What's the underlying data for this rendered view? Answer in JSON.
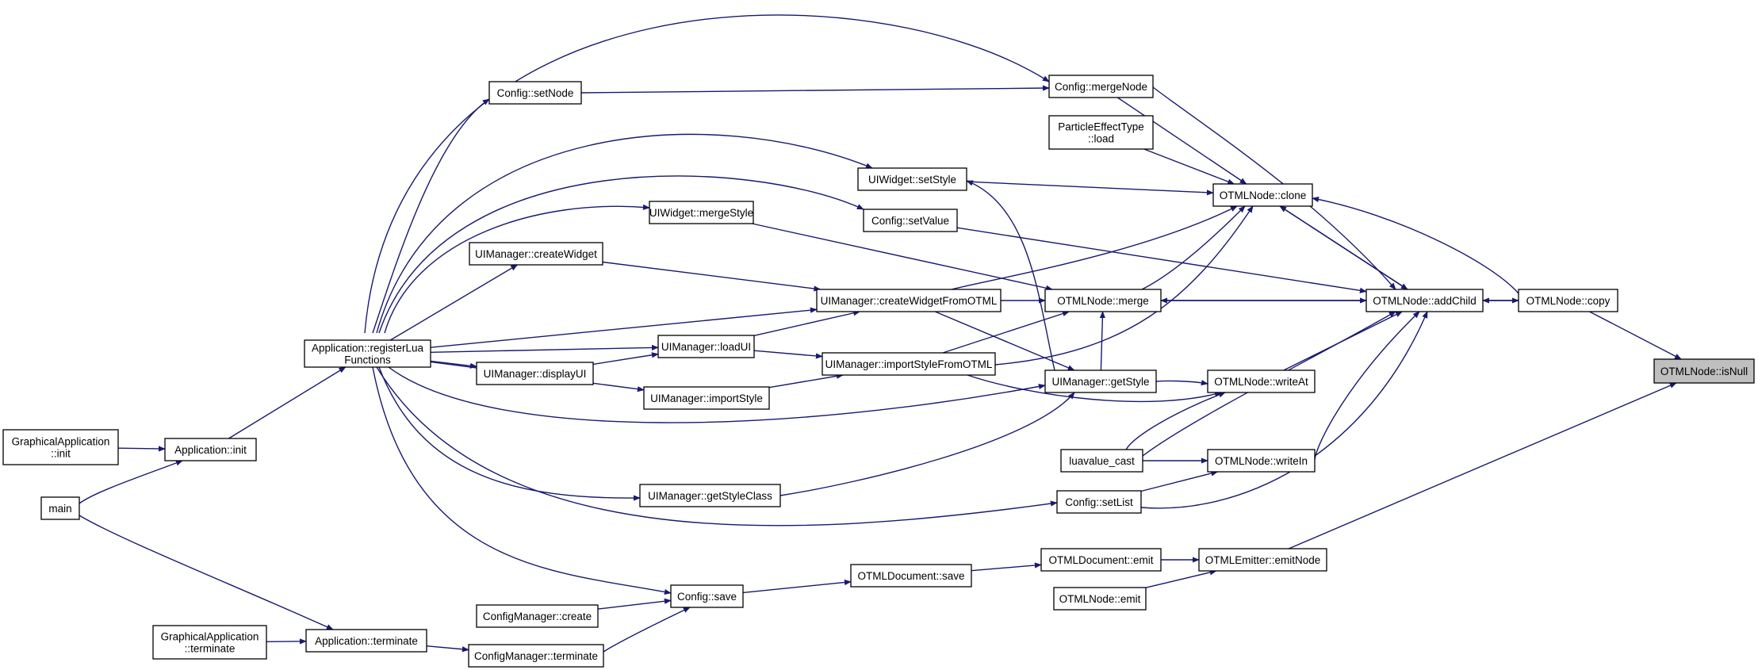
{
  "graph": {
    "nodes": [
      {
        "id": "isNull",
        "lines": [
          "OTMLNode::isNull"
        ],
        "highlight": true
      },
      {
        "id": "copy",
        "lines": [
          "OTMLNode::copy"
        ]
      },
      {
        "id": "addChild",
        "lines": [
          "OTMLNode::addChild"
        ]
      },
      {
        "id": "clone",
        "lines": [
          "OTMLNode::clone"
        ]
      },
      {
        "id": "merge",
        "lines": [
          "OTMLNode::merge"
        ]
      },
      {
        "id": "writeAt",
        "lines": [
          "OTMLNode::writeAt"
        ]
      },
      {
        "id": "writeIn",
        "lines": [
          "OTMLNode::writeIn"
        ]
      },
      {
        "id": "emitNode",
        "lines": [
          "OTMLEmitter::emitNode"
        ]
      },
      {
        "id": "omlemit",
        "lines": [
          "OTMLNode::emit"
        ]
      },
      {
        "id": "docemit",
        "lines": [
          "OTMLDocument::emit"
        ]
      },
      {
        "id": "docsave",
        "lines": [
          "OTMLDocument::save"
        ]
      },
      {
        "id": "mergeNode",
        "lines": [
          "Config::mergeNode"
        ]
      },
      {
        "id": "setNode",
        "lines": [
          "Config::setNode"
        ]
      },
      {
        "id": "pet",
        "lines": [
          "ParticleEffectType",
          "::load"
        ]
      },
      {
        "id": "setStyle",
        "lines": [
          "UIWidget::setStyle"
        ]
      },
      {
        "id": "setValue",
        "lines": [
          "Config::setValue"
        ]
      },
      {
        "id": "mergeStyle",
        "lines": [
          "UIWidget::mergeStyle"
        ]
      },
      {
        "id": "createWidget",
        "lines": [
          "UIManager::createWidget"
        ]
      },
      {
        "id": "cwfo",
        "lines": [
          "UIManager::createWidgetFromOTML"
        ]
      },
      {
        "id": "loadUI",
        "lines": [
          "UIManager::loadUI"
        ]
      },
      {
        "id": "displayUI",
        "lines": [
          "UIManager::displayUI"
        ]
      },
      {
        "id": "isfo",
        "lines": [
          "UIManager::importStyleFromOTML"
        ]
      },
      {
        "id": "importStyle",
        "lines": [
          "UIManager::importStyle"
        ]
      },
      {
        "id": "getStyle",
        "lines": [
          "UIManager::getStyle"
        ]
      },
      {
        "id": "luavalue",
        "lines": [
          "luavalue_cast"
        ]
      },
      {
        "id": "getStyleClass",
        "lines": [
          "UIManager::getStyleClass"
        ]
      },
      {
        "id": "setList",
        "lines": [
          "Config::setList"
        ]
      },
      {
        "id": "regLua",
        "lines": [
          "Application::registerLua",
          "Functions"
        ]
      },
      {
        "id": "gaInit",
        "lines": [
          "GraphicalApplication",
          "::init"
        ]
      },
      {
        "id": "appInit",
        "lines": [
          "Application::init"
        ]
      },
      {
        "id": "main",
        "lines": [
          "main"
        ]
      },
      {
        "id": "cfgSave",
        "lines": [
          "Config::save"
        ]
      },
      {
        "id": "cmCreate",
        "lines": [
          "ConfigManager::create"
        ]
      },
      {
        "id": "gaTerm",
        "lines": [
          "GraphicalApplication",
          "::terminate"
        ]
      },
      {
        "id": "appTerm",
        "lines": [
          "Application::terminate"
        ]
      },
      {
        "id": "cmTerm",
        "lines": [
          "ConfigManager::terminate"
        ]
      }
    ],
    "edges": [
      [
        "isNull",
        "copy"
      ],
      [
        "isNull",
        "emitNode"
      ],
      [
        "copy",
        "addChild"
      ],
      [
        "addChild",
        "copy"
      ],
      [
        "addChild",
        "clone"
      ],
      [
        "clone",
        "addChild"
      ],
      [
        "clone",
        "copy"
      ],
      [
        "addChild",
        "mergeNode"
      ],
      [
        "addChild",
        "setValue"
      ],
      [
        "addChild",
        "merge"
      ],
      [
        "merge",
        "addChild"
      ],
      [
        "addChild",
        "writeAt"
      ],
      [
        "addChild",
        "luavalue"
      ],
      [
        "addChild",
        "writeIn"
      ],
      [
        "addChild",
        "setList"
      ],
      [
        "clone",
        "pet"
      ],
      [
        "clone",
        "mergeNode"
      ],
      [
        "clone",
        "setStyle"
      ],
      [
        "clone",
        "merge"
      ],
      [
        "clone",
        "cwfo"
      ],
      [
        "clone",
        "isfo"
      ],
      [
        "merge",
        "mergeStyle"
      ],
      [
        "merge",
        "cwfo"
      ],
      [
        "merge",
        "getStyle"
      ],
      [
        "merge",
        "isfo"
      ],
      [
        "writeAt",
        "getStyle"
      ],
      [
        "writeAt",
        "luavalue"
      ],
      [
        "writeAt",
        "isfo"
      ],
      [
        "writeIn",
        "luavalue"
      ],
      [
        "writeIn",
        "setList"
      ],
      [
        "emitNode",
        "omlemit"
      ],
      [
        "emitNode",
        "docemit"
      ],
      [
        "docemit",
        "docsave"
      ],
      [
        "docsave",
        "cfgSave"
      ],
      [
        "mergeNode",
        "setNode"
      ],
      [
        "mergeNode",
        "regLua"
      ],
      [
        "setNode",
        "regLua"
      ],
      [
        "setStyle",
        "getStyle"
      ],
      [
        "setStyle",
        "regLua"
      ],
      [
        "setValue",
        "regLua"
      ],
      [
        "mergeStyle",
        "regLua"
      ],
      [
        "createWidget",
        "regLua"
      ],
      [
        "cwfo",
        "createWidget"
      ],
      [
        "cwfo",
        "loadUI"
      ],
      [
        "cwfo",
        "regLua"
      ],
      [
        "loadUI",
        "regLua"
      ],
      [
        "loadUI",
        "displayUI"
      ],
      [
        "displayUI",
        "regLua"
      ],
      [
        "isfo",
        "loadUI"
      ],
      [
        "isfo",
        "importStyle"
      ],
      [
        "importStyle",
        "regLua"
      ],
      [
        "getStyle",
        "cwfo"
      ],
      [
        "getStyle",
        "regLua"
      ],
      [
        "getStyle",
        "getStyleClass"
      ],
      [
        "getStyleClass",
        "regLua"
      ],
      [
        "setList",
        "regLua"
      ],
      [
        "regLua",
        "appInit"
      ],
      [
        "appInit",
        "gaInit"
      ],
      [
        "appInit",
        "main"
      ],
      [
        "cfgSave",
        "regLua"
      ],
      [
        "cfgSave",
        "cmCreate"
      ],
      [
        "cfgSave",
        "cmTerm"
      ],
      [
        "cmTerm",
        "appTerm"
      ],
      [
        "appTerm",
        "gaTerm"
      ],
      [
        "appTerm",
        "main"
      ]
    ]
  }
}
